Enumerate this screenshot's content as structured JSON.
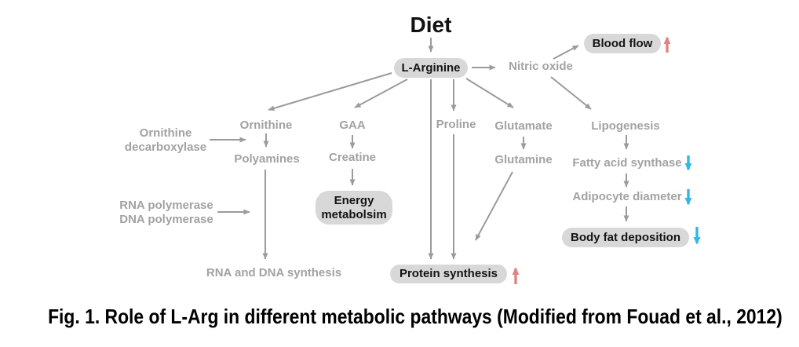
{
  "figure": {
    "caption": "Fig. 1. Role of L-Arg in different metabolic pathways (Modified from Fouad et al., 2012)"
  },
  "nodes": {
    "diet": "Diet",
    "l_arginine": "L-Arginine",
    "nitric_oxide": "Nitric oxide",
    "blood_flow": "Blood flow",
    "ornithine_decarboxylase_line1": "Ornithine",
    "ornithine_decarboxylase_line2": "decarboxylase",
    "ornithine": "Ornithine",
    "polyamines": "Polyamines",
    "rna_polymerase": "RNA polymerase",
    "dna_polymerase": "DNA polymerase",
    "rna_and_dna_synthesis": "RNA and DNA synthesis",
    "gaa": "GAA",
    "creatine": "Creatine",
    "energy_metabolism_line1": "Energy",
    "energy_metabolism_line2": "metabolsim",
    "proline": "Proline",
    "glutamate": "Glutamate",
    "glutamine": "Glutamine",
    "protein_synthesis": "Protein synthesis",
    "lipogenesis": "Lipogenesis",
    "fatty_acid_synthase": "Fatty acid synthase",
    "adipocyte_diameter": "Adipocyte diameter",
    "body_fat_deposition": "Body fat deposition"
  },
  "indicators": {
    "blood_flow": "up",
    "protein_synthesis": "up",
    "fatty_acid_synthase": "down",
    "adipocyte_diameter": "down",
    "body_fat_deposition": "down",
    "up_color": "#e08383",
    "down_color": "#33b7e8"
  },
  "edges": [
    {
      "from": "Diet",
      "to": "L-Arginine"
    },
    {
      "from": "L-Arginine",
      "to": "Nitric oxide"
    },
    {
      "from": "Nitric oxide",
      "to": "Blood flow"
    },
    {
      "from": "Nitric oxide",
      "to": "Lipogenesis"
    },
    {
      "from": "L-Arginine",
      "to": "Ornithine"
    },
    {
      "from": "L-Arginine",
      "to": "GAA"
    },
    {
      "from": "L-Arginine",
      "to": "Proline"
    },
    {
      "from": "L-Arginine",
      "to": "Glutamate"
    },
    {
      "from": "L-Arginine",
      "to": "Protein synthesis"
    },
    {
      "from": "Ornithine decarboxylase",
      "to": "Ornithine-Polyamines"
    },
    {
      "from": "Ornithine",
      "to": "Polyamines"
    },
    {
      "from": "Polyamines",
      "to": "RNA and DNA synthesis"
    },
    {
      "from": "RNA polymerase / DNA polymerase",
      "to": "Polyamines-RNA and DNA synthesis"
    },
    {
      "from": "GAA",
      "to": "Creatine"
    },
    {
      "from": "Creatine",
      "to": "Energy metabolsim"
    },
    {
      "from": "Proline",
      "to": "Protein synthesis"
    },
    {
      "from": "Glutamate",
      "to": "Glutamine"
    },
    {
      "from": "Glutamine",
      "to": "Protein synthesis"
    },
    {
      "from": "Lipogenesis",
      "to": "Fatty acid synthase"
    },
    {
      "from": "Fatty acid synthase",
      "to": "Adipocyte diameter"
    },
    {
      "from": "Adipocyte diameter",
      "to": "Body fat deposition"
    }
  ],
  "colors": {
    "node_text": "#a2a2a2",
    "edge": "#9b9b9b",
    "pill_bg": "#d8d8d8",
    "pill_text": "#141414",
    "increase_arrow": "#e08383",
    "decrease_arrow": "#33b7e8"
  }
}
